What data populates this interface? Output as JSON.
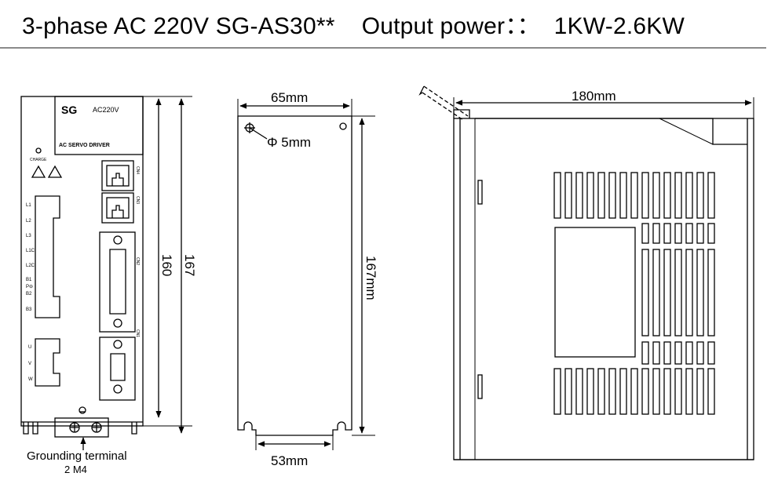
{
  "header": {
    "title": "3-phase AC 220V SG-AS30**    Output power：：  1KW-2.6KW"
  },
  "front_view": {
    "brand": "SG",
    "voltage": "AC220V",
    "driver_label": "AC SERVO DRIVER",
    "charge_label": "CHARGE",
    "power_terminals": [
      "L1",
      "L2",
      "L3",
      "L1C",
      "L2C",
      "B1",
      "P⊖",
      "B2",
      "B3"
    ],
    "motor_terminals": [
      "U",
      "V",
      "W"
    ],
    "port_labels": [
      "CN4",
      "CN3",
      "CN2",
      "CN1"
    ],
    "dim_inner_height": "160",
    "dim_outer_height": "167",
    "grounding_label": "Grounding terminal",
    "grounding_spec": "2 M4"
  },
  "back_view": {
    "width_label": "65mm",
    "hole_label": "Φ 5mm",
    "height_label": "167mm",
    "bottom_label": "53mm"
  },
  "side_view": {
    "depth_label": "180mm"
  }
}
